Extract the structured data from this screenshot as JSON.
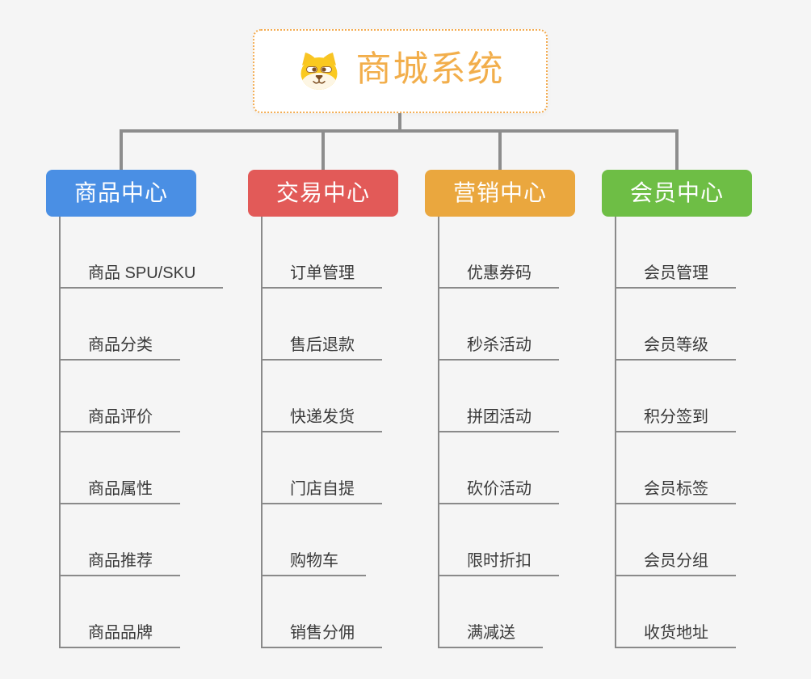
{
  "root": {
    "title": "商城系统",
    "icon": "dog-face-icon"
  },
  "branches": [
    {
      "id": "product-center",
      "label": "商品中心",
      "color": "#4a8fe4",
      "items": [
        "商品 SPU/SKU",
        "商品分类",
        "商品评价",
        "商品属性",
        "商品推荐",
        "商品品牌"
      ]
    },
    {
      "id": "trade-center",
      "label": "交易中心",
      "color": "#e25a58",
      "items": [
        "订单管理",
        "售后退款",
        "快递发货",
        "门店自提",
        "购物车",
        "销售分佣"
      ]
    },
    {
      "id": "marketing-center",
      "label": "营销中心",
      "color": "#eaa73e",
      "items": [
        "优惠券码",
        "秒杀活动",
        "拼团活动",
        "砍价活动",
        "限时折扣",
        "满减送"
      ]
    },
    {
      "id": "member-center",
      "label": "会员中心",
      "color": "#6ebe45",
      "items": [
        "会员管理",
        "会员等级",
        "积分签到",
        "会员标签",
        "会员分组",
        "收货地址"
      ]
    }
  ],
  "colors": {
    "canvas_background": "#f5f5f5",
    "connector": "#8d8d8d",
    "leaf_rule": "#8a8a8a",
    "leaf_text": "#3a3a3a",
    "root_accent": "#f2ae4b",
    "root_border": "#f3ac52",
    "root_background": "#ffffff"
  }
}
